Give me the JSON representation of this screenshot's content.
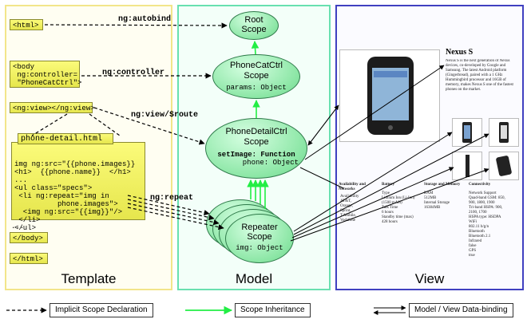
{
  "panels": {
    "template": "Template",
    "model": "Model",
    "view": "View"
  },
  "template": {
    "html_open": "<html>",
    "body_open": "<body\n ng:controller=\n \"PhoneCatCtrl\">",
    "ngview": "<ng:view></ng:view>",
    "partial_title": "phone-detail.html",
    "partial_code": "img ng:src=\"{{phone.images}}\n<h1>  {{phone.name}}  </h1>\n...\n<ul class=\"specs\">\n <li ng:repeat=\"img in\n          phone.images\">\n  <img ng:src=\"{{img}}\"/>\n </li>\n</ul>",
    "dots": "...",
    "body_close": "</body>",
    "html_close": "</html>"
  },
  "directives": {
    "autobind": "ng:autobind",
    "controller": "ng:controller",
    "view_route": "ng:view/$route",
    "repeat": "ng:repeat"
  },
  "scopes": {
    "root": {
      "name": "Root\nScope"
    },
    "phonecat": {
      "name": "PhoneCatCtrl\nScope",
      "member": "params: Object"
    },
    "phonedetail": {
      "name": "PhoneDetailCtrl\nScope",
      "member_bold": "setImage: Function",
      "member": "phone: Object"
    },
    "repeater": {
      "name": "Repeater\nScope",
      "member": "img: Object"
    }
  },
  "view": {
    "product_title": "Nexus S",
    "description": "Nexus S is the next generation of Nexus devices, co-developed by Google and Samsung. The latest Android platform (Gingerbread), paired with a 1 GHz Hummingbird processor and 16GB of memory, makes Nexus S one of the fastest phones on the market.",
    "spec_headers": [
      "Availability and Networks",
      "Battery",
      "Storage and Memory",
      "Connectivity"
    ],
    "spec_values": [
      "Availability\nAT&T,\nOrange,\nSprint,\nT-Mobile,\nVodafone",
      "Type\nLithium Ion (Li-Ion)\n(1500 mAH)\nTalk Time\n6 hours\nStandby time (max)\n428 hours",
      "RAM\n512MB\nInternal Storage\n16384MB",
      "Network Support\nQuad-band GSM: 850,\n900, 1800, 1900\nTri-band HSPA: 900,\n2100, 1700\nHSPA type: HSDPA\nWiFi\n802.11 b/g/n\nBluetooth\nBluetooth 2.1\nInfrared\nfalse\nGPS\ntrue"
    ]
  },
  "legend": {
    "implicit": "Implicit Scope Declaration",
    "inheritance": "Scope Inheritance",
    "binding": "Model / View Data-binding"
  },
  "colors": {
    "template_border": "#f2e58a",
    "model_border": "#69e0b0",
    "view_border": "#4040c0",
    "inheritance_arrow": "#22ee44",
    "code_fill": "#f1f15a"
  }
}
